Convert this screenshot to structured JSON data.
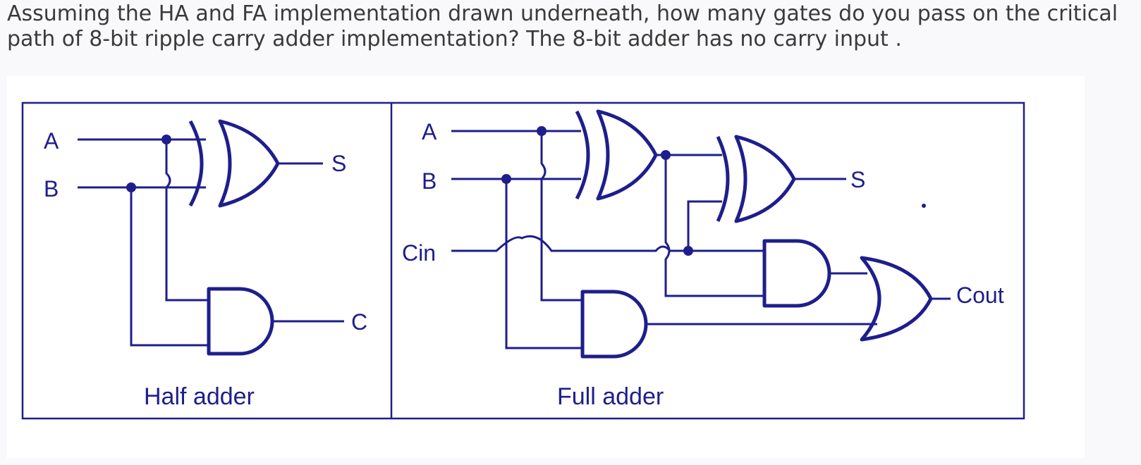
{
  "question": {
    "text": "Assuming the HA and FA implementation drawn underneath, how many gates do you pass on the critical path of 8-bit ripple carry adder implementation? The 8-bit adder has no carry input ."
  },
  "half_adder": {
    "input_a": "A",
    "input_b": "B",
    "output_sum": "S",
    "output_carry": "C",
    "caption": "Half adder"
  },
  "full_adder": {
    "input_a": "A",
    "input_b": "B",
    "input_cin": "Cin",
    "output_sum": "S",
    "output_cout": "Cout",
    "caption": "Full adder"
  },
  "colors": {
    "line": "#1e1e8c",
    "question_text": "#3a3a3a"
  }
}
